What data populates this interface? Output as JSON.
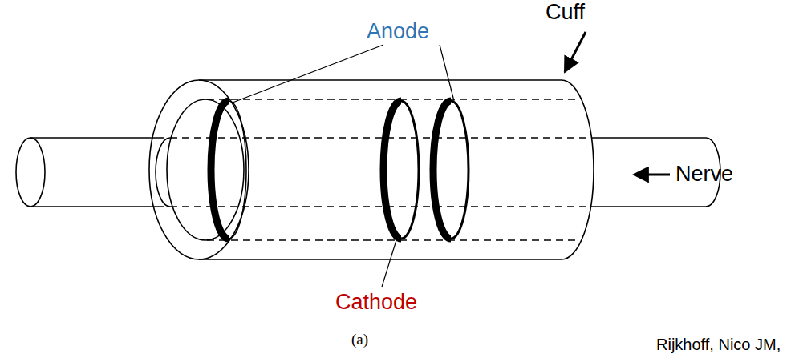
{
  "diagram": {
    "labels": [
      "Anode",
      "Cuff",
      "Nerve",
      "Cathode",
      "(a)",
      "Rijkhoff, Nico JM,"
    ]
  }
}
